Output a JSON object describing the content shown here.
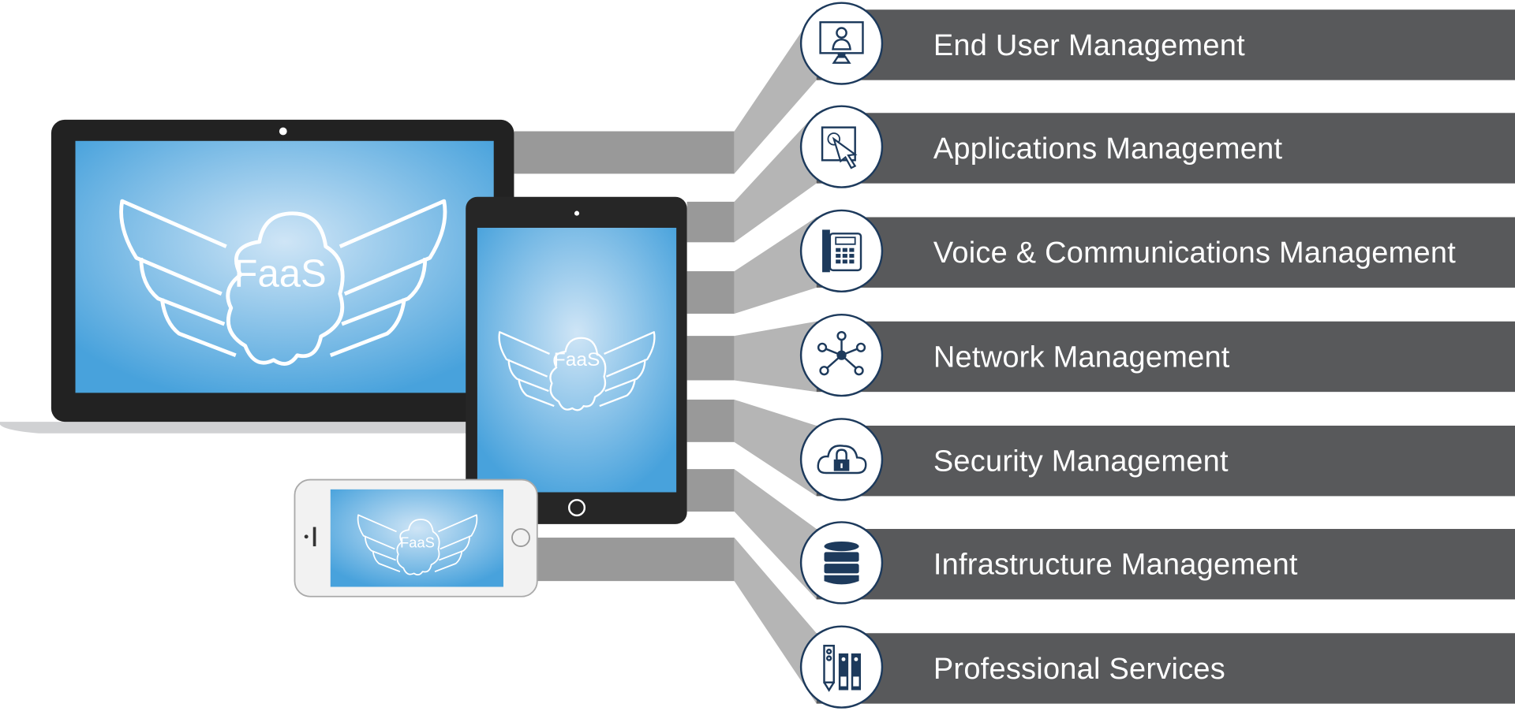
{
  "logo_text": "FaaS",
  "colors": {
    "bar": "#58595b",
    "icon": "#1d3a5c",
    "screen": "#4aa3dc",
    "connector_dark": "#999999",
    "connector_light": "#b5b5b5"
  },
  "services": [
    {
      "label": "End User Management",
      "icon": "user-monitor-icon"
    },
    {
      "label": "Applications Management",
      "icon": "cursor-click-icon"
    },
    {
      "label": "Voice & Communications Management",
      "icon": "desk-phone-icon"
    },
    {
      "label": "Network Management",
      "icon": "network-hub-icon"
    },
    {
      "label": "Security Management",
      "icon": "cloud-lock-icon"
    },
    {
      "label": "Infrastructure Management",
      "icon": "database-icon"
    },
    {
      "label": "Professional Services",
      "icon": "binders-icon"
    }
  ]
}
